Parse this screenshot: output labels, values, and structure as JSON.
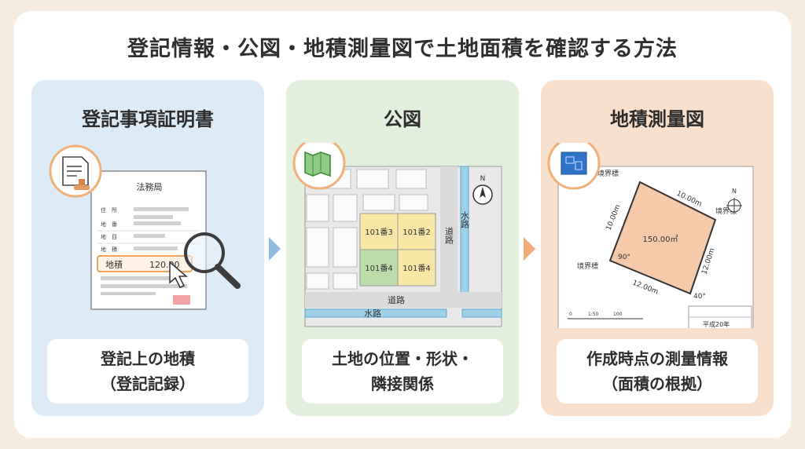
{
  "title": "登記情報・公図・地積測量図で土地面積を確認する方法",
  "panels": [
    {
      "heading": "登記事項証明書",
      "doc_header": "法務局",
      "row_labels": [
        "住　所",
        "地　番",
        "地　目",
        "地　積"
      ],
      "area_label": "地積",
      "area_value": "120.00",
      "footer_line1": "登記上の地積",
      "footer_line2": "（登記記録）"
    },
    {
      "heading": "公図",
      "lots": [
        "101番3",
        "101番2",
        "101番4",
        "101番4"
      ],
      "road_label": "道路",
      "water_label": "水路",
      "road_vertical": "道路",
      "water_vertical": "水路",
      "north": "N",
      "footer_line1": "土地の位置・形状・",
      "footer_line2": "隣接関係"
    },
    {
      "heading": "地積測量図",
      "boundary_labels": [
        "境界標",
        "境界標",
        "境界標"
      ],
      "dims": [
        "10.00m",
        "10.00m",
        "12.00m",
        "12.00m"
      ],
      "area": "150.00㎡",
      "angles": [
        "90°",
        "40°"
      ],
      "north": "N",
      "scale_ticks": [
        "0",
        "1:50",
        "100"
      ],
      "table_date": "平成20年",
      "footer_line1": "作成時点の測量情報",
      "footer_line2": "（面積の根拠）"
    }
  ],
  "colors": {
    "blue_panel": "#dcebf6",
    "green_panel": "#e4f0de",
    "orange_panel": "#f9e0cc",
    "accent_orange": "#f3ab7a"
  }
}
